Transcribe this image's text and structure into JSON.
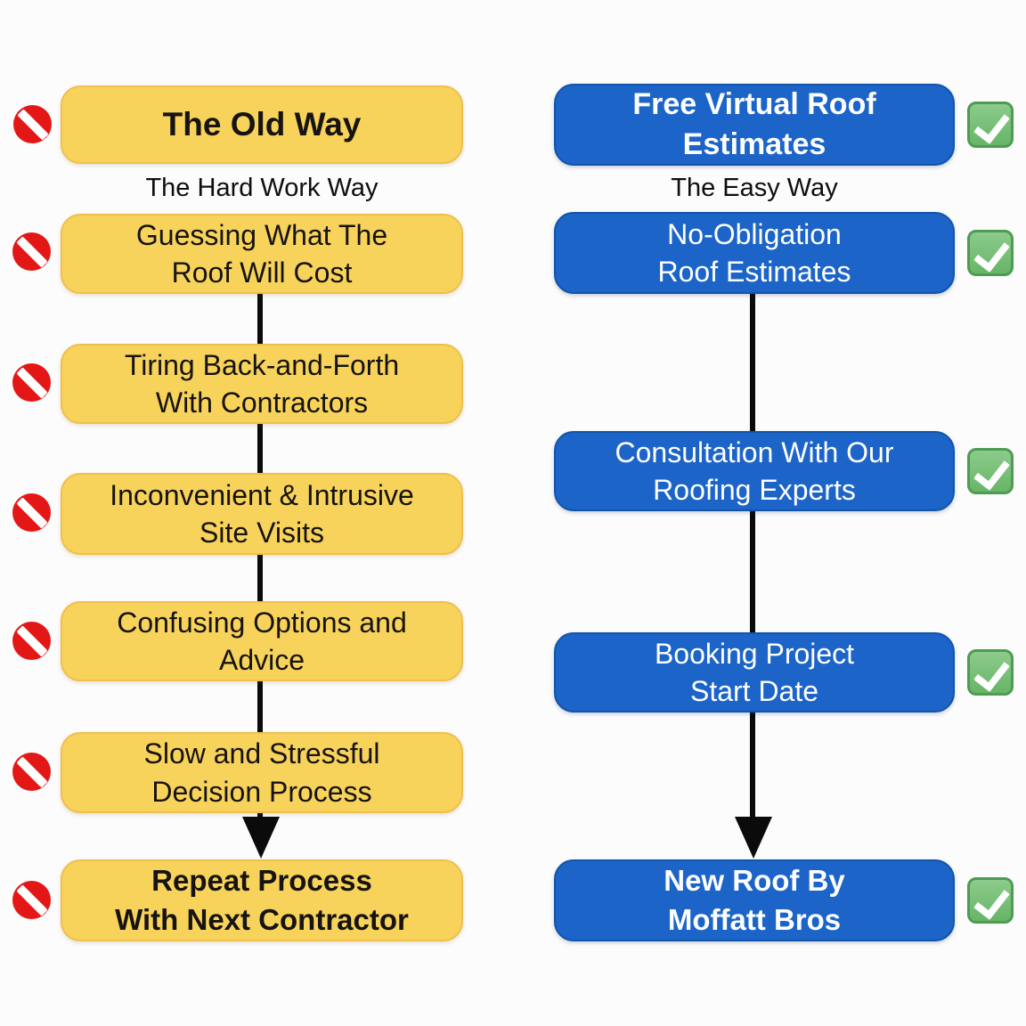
{
  "left": {
    "header": "The Old Way",
    "subtitle": "The Hard Work Way",
    "steps": [
      {
        "label": "Guessing What The\nRoof Will Cost"
      },
      {
        "label": "Tiring Back-and-Forth\nWith Contractors"
      },
      {
        "label": "Inconvenient & Intrusive\nSite Visits"
      },
      {
        "label": "Confusing Options and\nAdvice"
      },
      {
        "label": "Slow and Stressful\nDecision Process"
      },
      {
        "label": "Repeat Process\nWith Next Contractor"
      }
    ]
  },
  "right": {
    "header": "Free Virtual Roof\nEstimates",
    "subtitle": "The Easy Way",
    "steps": [
      {
        "label": "No-Obligation\nRoof Estimates"
      },
      {
        "label": "Consultation With Our\nRoofing Experts"
      },
      {
        "label": "Booking Project\nStart Date"
      },
      {
        "label": "New Roof By\nMoffatt Bros"
      }
    ]
  },
  "icons": {
    "no_entry": "prohibition-circle-with-slash",
    "check": "green-checkbox-with-white-tick"
  },
  "colors": {
    "background": "#FCFCFC",
    "yellow_box": "#F8D35B",
    "yellow_border": "#EFBF4D",
    "blue_box": "#1C64C8",
    "blue_border": "#1254A8",
    "no_icon_red": "#E41717",
    "check_green": "#67B567",
    "check_border": "#4D9C52",
    "arrow_black": "#0B0B0B",
    "text_on_yellow": "#161310",
    "text_on_blue": "#FDFEFF"
  }
}
